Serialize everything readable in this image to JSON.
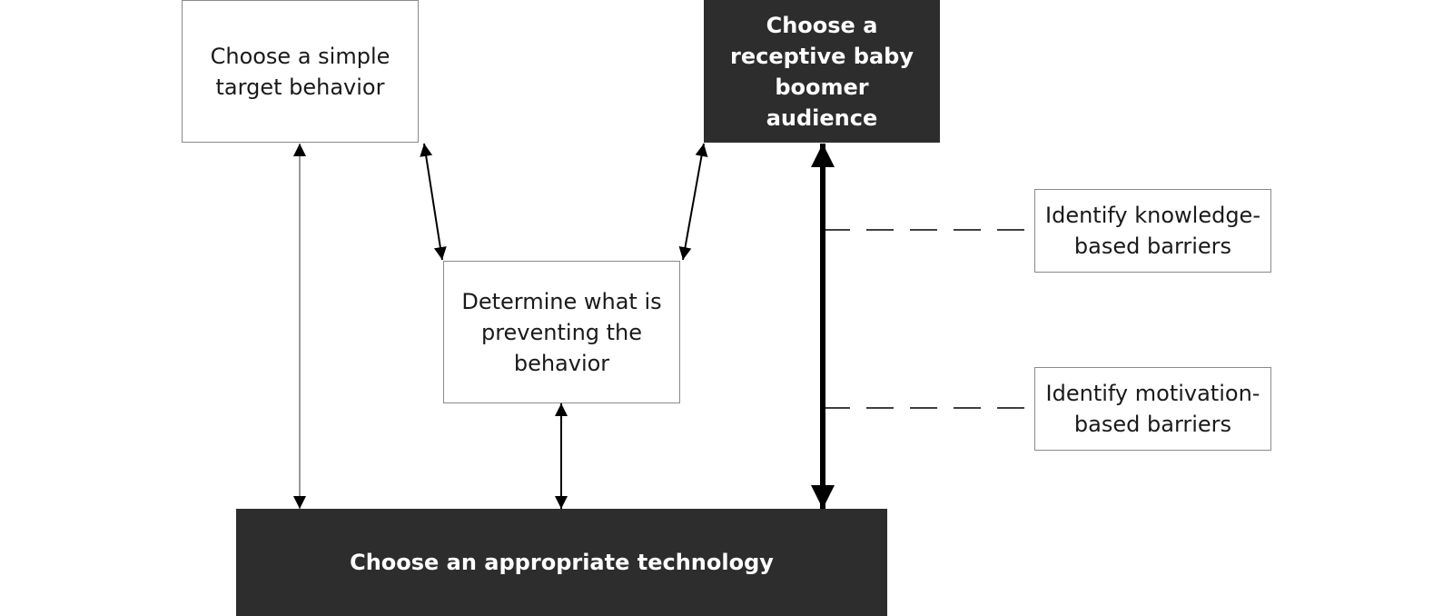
{
  "boxes": {
    "simple_target": "Choose a simple target behavior",
    "receptive_audience": "Choose a receptive baby boomer audience",
    "preventing": "Determine what is preventing the behavior",
    "knowledge_barriers": "Identify knowledge-based barriers",
    "motivation_barriers": "Identify motivation-based barriers",
    "technology": "Choose an appropriate technology"
  },
  "colors": {
    "dark_fill": "#2d2d2d",
    "border": "#8a8a8a",
    "arrow": "#000000",
    "thin_arrow": "#777777"
  }
}
